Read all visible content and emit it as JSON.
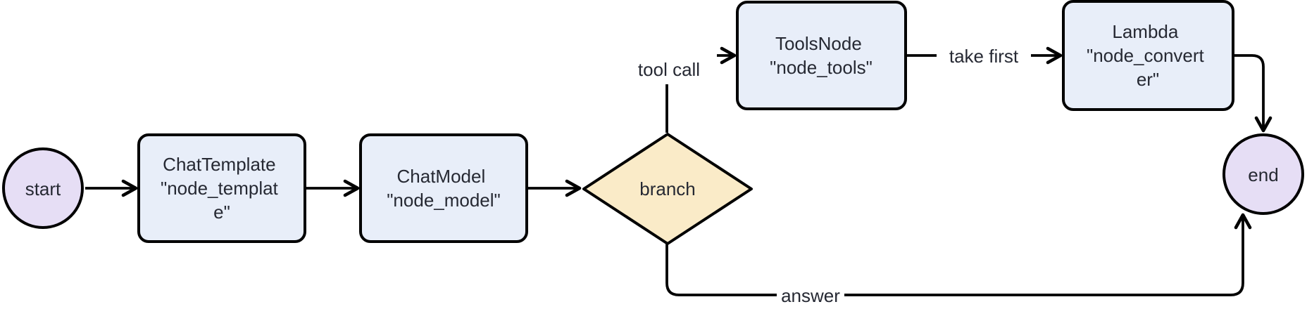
{
  "diagram": {
    "type": "flowchart",
    "direction": "left-to-right",
    "colors": {
      "background": "#ffffff",
      "edge": "#000000",
      "node_border": "#000000",
      "text": "#262933",
      "terminal_fill": "#e6def5",
      "task_fill": "#e8eef9",
      "decision_fill": "#faebc8",
      "edge_label_bg": "#ffffff"
    },
    "nodes": {
      "start": {
        "shape": "circle",
        "label": "start",
        "fill": "#e6def5"
      },
      "chat_template": {
        "shape": "rounded-rect",
        "label": "ChatTemplate \"node_template\"",
        "lines": [
          "ChatTemplate",
          "\"node_templat",
          "e\""
        ],
        "fill": "#e8eef9"
      },
      "chat_model": {
        "shape": "rounded-rect",
        "label": "ChatModel \"node_model\"",
        "lines": [
          "ChatModel",
          "\"node_model\""
        ],
        "fill": "#e8eef9"
      },
      "branch": {
        "shape": "diamond",
        "label": "branch",
        "fill": "#faebc8"
      },
      "tools_node": {
        "shape": "rounded-rect",
        "label": "ToolsNode \"node_tools\"",
        "lines": [
          "ToolsNode",
          "\"node_tools\""
        ],
        "fill": "#e8eef9"
      },
      "lambda": {
        "shape": "rounded-rect",
        "label": "Lambda \"node_converter\"",
        "lines": [
          "Lambda",
          "\"node_convert",
          "er\""
        ],
        "fill": "#e8eef9"
      },
      "end": {
        "shape": "circle",
        "label": "end",
        "fill": "#e6def5"
      }
    },
    "edges": {
      "start_to_template": {
        "from": "start",
        "to": "chat_template",
        "label": ""
      },
      "template_to_model": {
        "from": "chat_template",
        "to": "chat_model",
        "label": ""
      },
      "model_to_branch": {
        "from": "chat_model",
        "to": "branch",
        "label": ""
      },
      "branch_to_tools": {
        "from": "branch",
        "to": "tools_node",
        "label": "tool call"
      },
      "tools_to_lambda": {
        "from": "tools_node",
        "to": "lambda",
        "label": "take first"
      },
      "lambda_to_end": {
        "from": "lambda",
        "to": "end",
        "label": ""
      },
      "branch_to_end": {
        "from": "branch",
        "to": "end",
        "label": "answer"
      }
    }
  }
}
